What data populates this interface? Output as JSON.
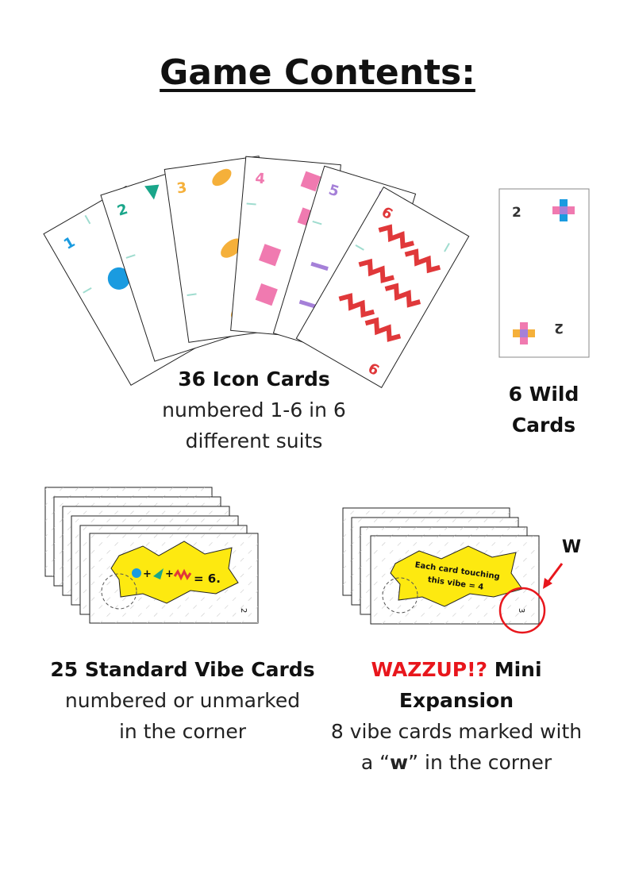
{
  "title": "Game Contents:",
  "icon_cards": {
    "numbers": [
      "1",
      "2",
      "3",
      "4",
      "5",
      "6"
    ],
    "bottom_number": "9",
    "heading": "36 Icon Cards",
    "line1": "numbered 1-6 in 6",
    "line2": "different suits"
  },
  "wild_cards": {
    "corner_top": "2",
    "corner_bottom": "2",
    "line1": "6 Wild",
    "line2": "Cards"
  },
  "standard_vibe": {
    "equation_result": "= 6.",
    "corner": "2",
    "heading": "25 Standard Vibe Cards",
    "line1": "numbered or unmarked",
    "line2": "in the corner"
  },
  "expansion": {
    "card_text_line1": "Each card touching",
    "card_text_line2": "this vibe = 4",
    "corner": "3",
    "marker_label": "W",
    "heading_red": "WAZZUP!?",
    "heading_rest": " Mini",
    "heading_line2": "Expansion",
    "line1": "8 vibe cards marked with",
    "line2_pre": "a “",
    "line2_bold": "w",
    "line2_post": "” in the corner"
  },
  "colors": {
    "yellow": "#fde910",
    "red": "#e8161c",
    "teal": "#1aa68a",
    "blue": "#1a9be0",
    "orange": "#f5b03a",
    "pink": "#f07ab0",
    "purple": "#a580d8",
    "zigzag": "#e0383a",
    "mint": "#9fdccf"
  }
}
